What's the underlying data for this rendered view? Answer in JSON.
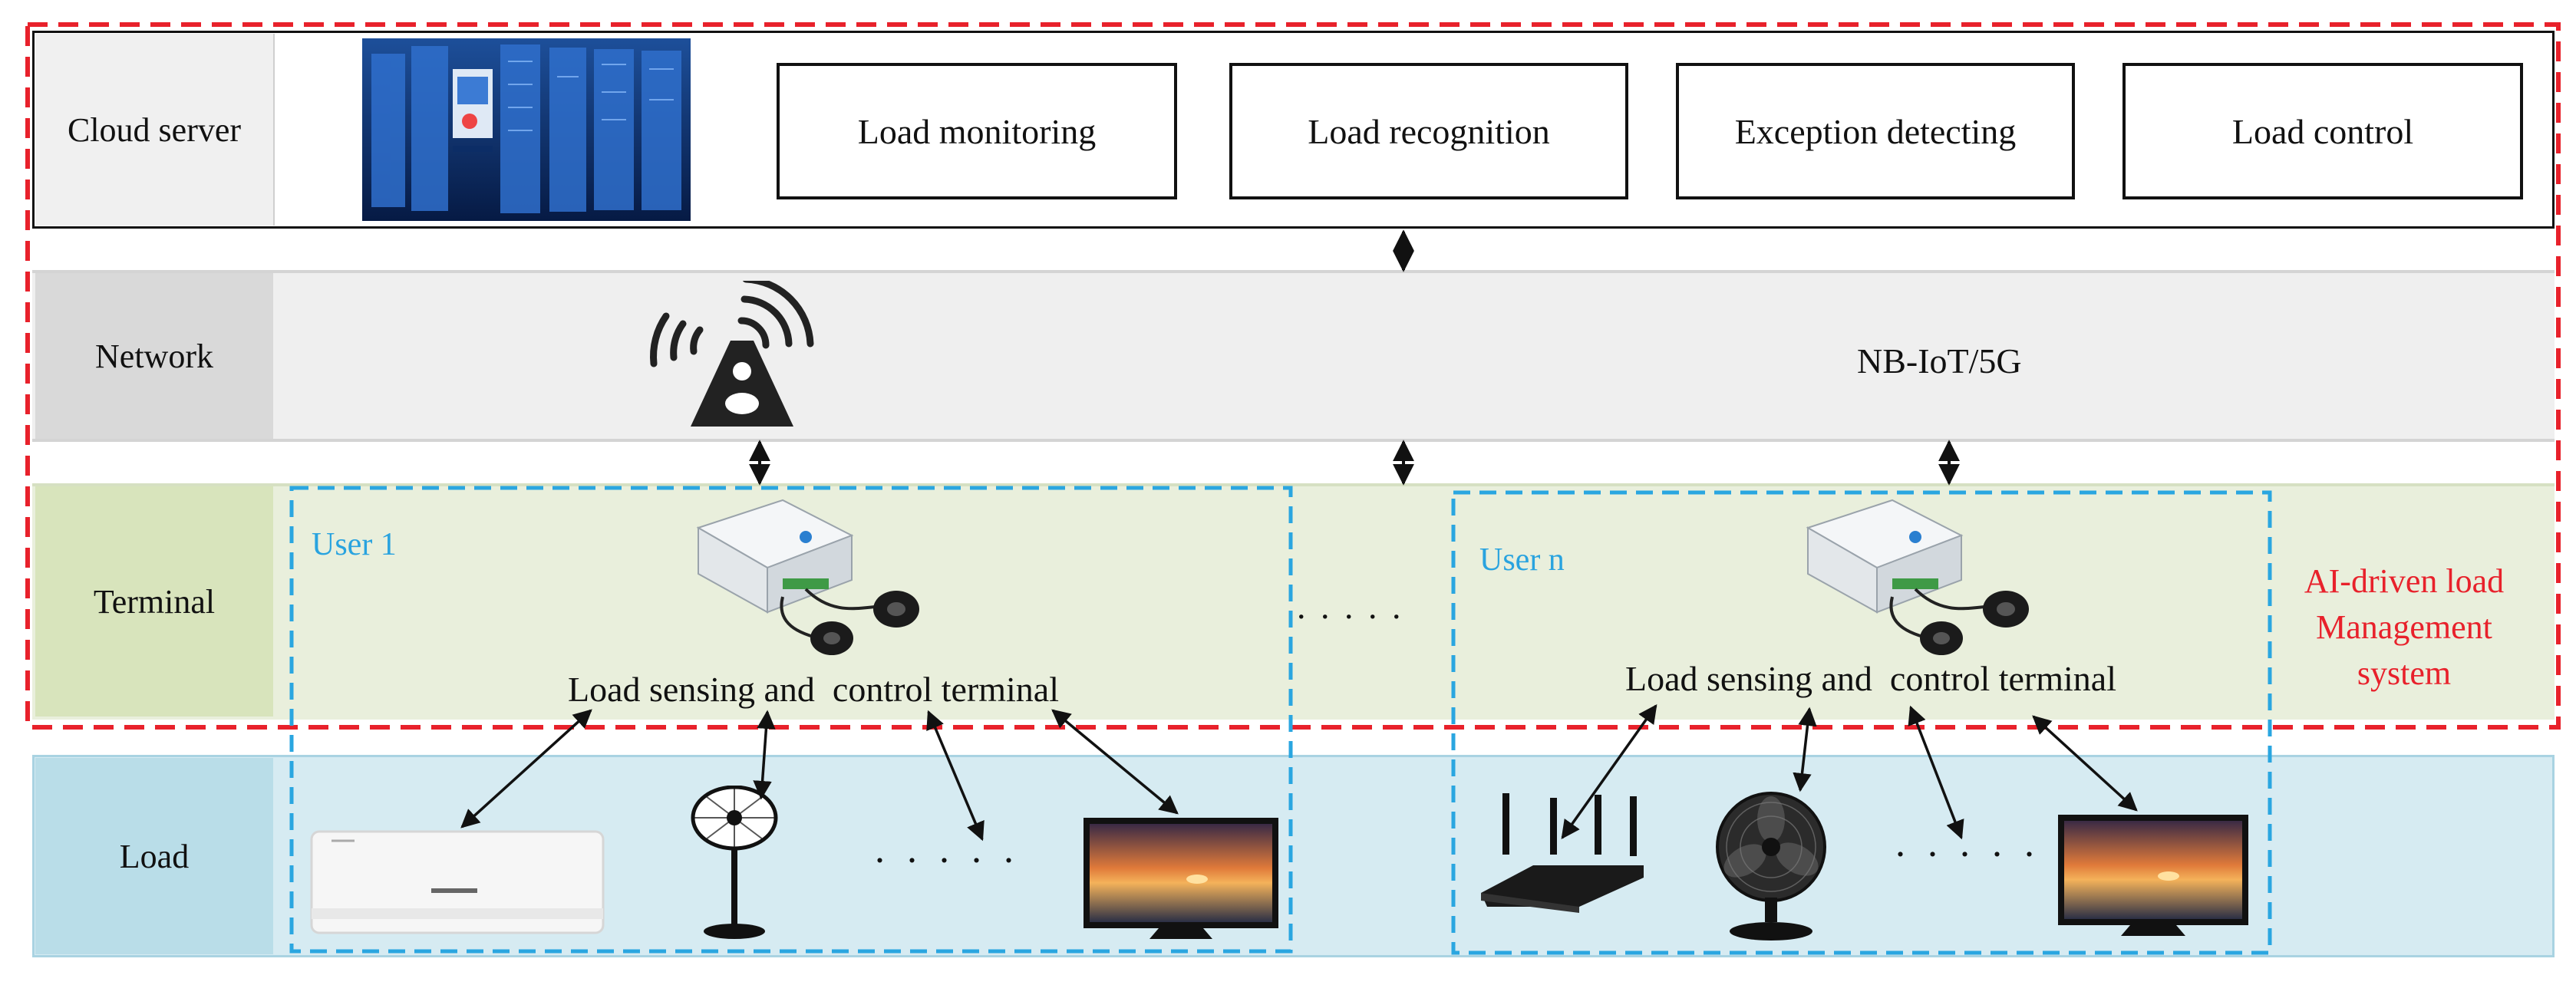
{
  "layers": {
    "cloud": "Cloud server",
    "network": "Network",
    "terminal": "Terminal",
    "load": "Load"
  },
  "cloud_functions": [
    "Load monitoring",
    "Load recognition",
    "Exception detecting",
    "Load control"
  ],
  "network_protocol": "NB-IoT/5G",
  "users": {
    "user1": "User 1",
    "usern": "User n"
  },
  "terminal_label_1": "Load sensing and  control terminal",
  "terminal_label_n": "Load sensing and  control terminal",
  "system_label": [
    "AI-driven load",
    "Management",
    "system"
  ],
  "ellipsis_middle": ". . . . .",
  "ellipsis_load_1": ". . . . .",
  "ellipsis_load_n": ". . . . .",
  "colors": {
    "system_border": "#e8212b",
    "user_border": "#2aa6e0",
    "user_text": "#29a3df",
    "terminal_bg": "#e9efdc",
    "terminal_label_bg": "#d8e4bc",
    "load_bg": "#d6ebf2",
    "load_label_bg": "#b9dde8",
    "network_bg": "#efefef",
    "network_label_bg": "#d9d9d9"
  },
  "icons": [
    "server-rack-photo",
    "antenna-tower-icon",
    "terminal-device-photo",
    "air-conditioner-icon",
    "standing-fan-icon",
    "tv-icon",
    "router-icon",
    "desk-fan-icon"
  ]
}
